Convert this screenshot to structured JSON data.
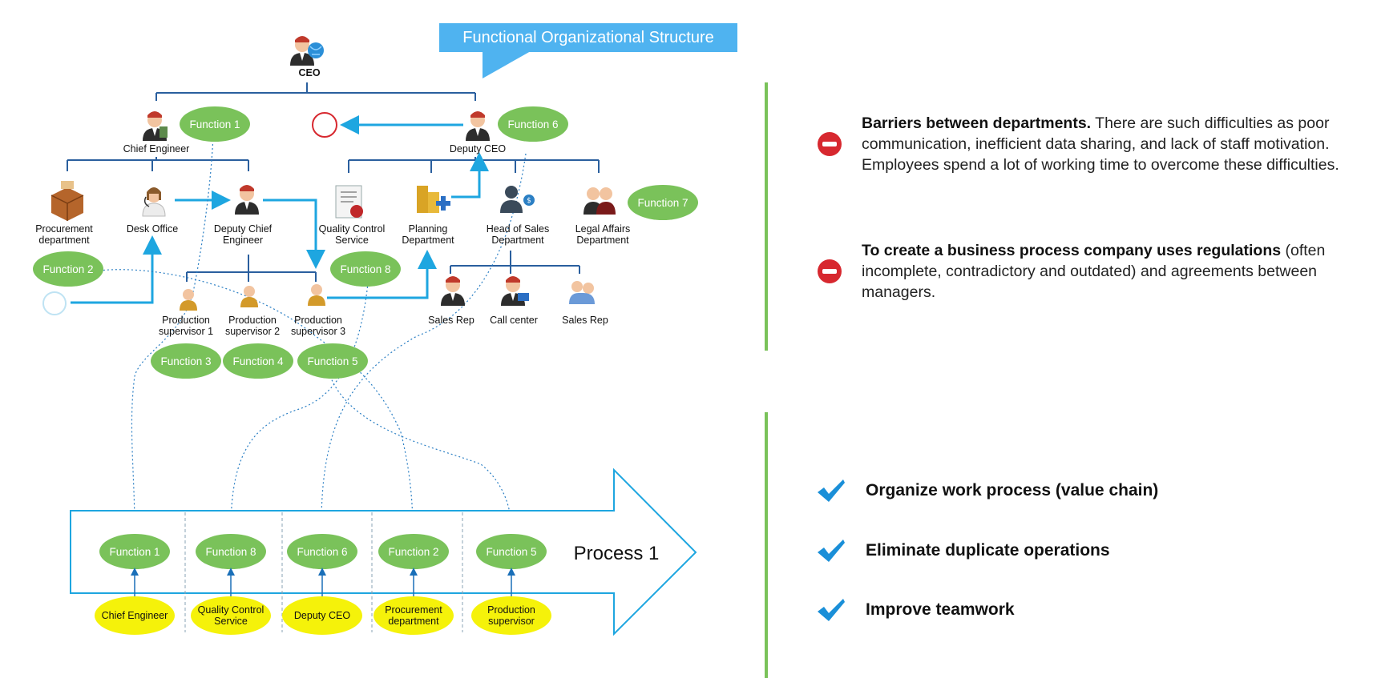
{
  "title": "Functional Organizational Structure",
  "nodes": {
    "ceo": "CEO",
    "chief_engineer": "Chief Engineer",
    "deputy_ceo": "Deputy CEO",
    "procurement": "Procurement department",
    "desk_office": "Desk Office",
    "deputy_chief_engineer": "Deputy Chief Engineer",
    "quality_control": "Quality Control Service",
    "planning": "Planning Department",
    "head_of_sales": "Head of Sales Department",
    "legal_affairs": "Legal Affairs Department",
    "prod_sup_1": "Production supervisor 1",
    "prod_sup_2": "Production supervisor 2",
    "prod_sup_3": "Production supervisor 3",
    "sales_rep_1": "Sales Rep",
    "call_center": "Call center",
    "sales_rep_2": "Sales Rep"
  },
  "functions": {
    "f1": "Function 1",
    "f2": "Function 2",
    "f3": "Function 3",
    "f4": "Function 4",
    "f5": "Function 5",
    "f6": "Function 6",
    "f7": "Function 7",
    "f8": "Function 8"
  },
  "process": {
    "label": "Process 1",
    "steps": [
      {
        "function": "Function 1",
        "owner": "Chief Engineer"
      },
      {
        "function": "Function 8",
        "owner": "Quality Control Service"
      },
      {
        "function": "Function 6",
        "owner": "Deputy CEO"
      },
      {
        "function": "Function 2",
        "owner": "Procurement department"
      },
      {
        "function": "Function 5",
        "owner": "Production supervisor"
      }
    ]
  },
  "barriers": [
    {
      "bold": "Barriers between departments.",
      "text": " There are such difficulties as poor communication, inefficient data sharing, and lack of staff motivation. Employees spend a lot of working time to overcome these difficulties."
    },
    {
      "bold": "To create a business process company uses regulations",
      "text": " (often incomplete, contradictory and outdated) and agreements between managers."
    }
  ],
  "goals": [
    "Organize work process (value chain)",
    "Eliminate duplicate operations",
    "Improve teamwork"
  ],
  "colors": {
    "accent_blue": "#1ea6e0",
    "org_line": "#2a5f9e",
    "function_green": "#7ac25a",
    "owner_yellow": "#f5f20a",
    "callout_blue": "#4fb3f0",
    "divider_green": "#7ac25a",
    "stop_red": "#d7282f",
    "tick_blue": "#1a8fd8"
  }
}
